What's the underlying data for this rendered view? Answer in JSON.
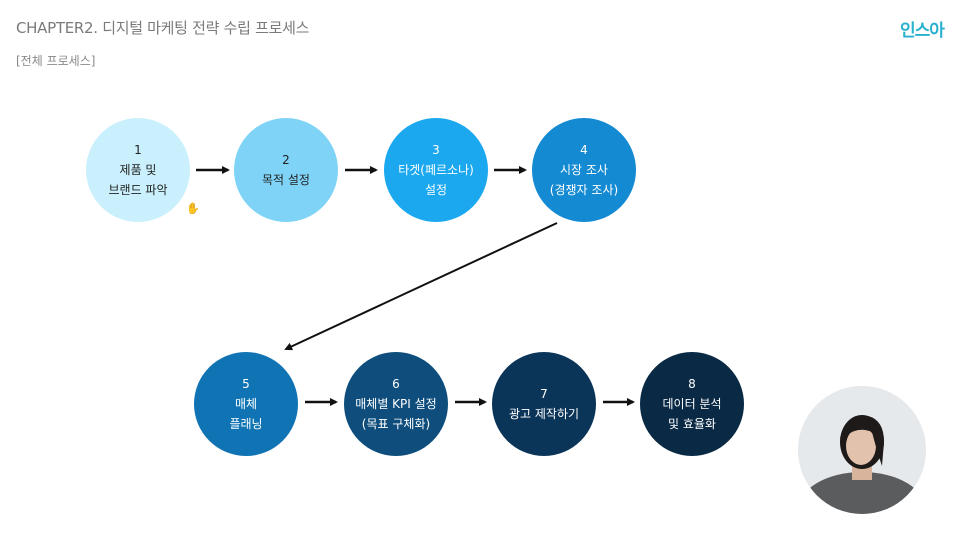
{
  "header": {
    "title": "CHAPTER2. 디지털 마케팅 전략 수립 프로세스",
    "subtitle": "[전체 프로세스]",
    "logo": "인스아"
  },
  "steps": [
    {
      "num": "1",
      "line1": "제품 및",
      "line2": "브랜드 파악",
      "color": "#c9f0fc"
    },
    {
      "num": "2",
      "line1": "목적 설정",
      "line2": "",
      "color": "#7fd3f7"
    },
    {
      "num": "3",
      "line1": "타겟(페르소나)",
      "line2": "설정",
      "color": "#1ba8ee"
    },
    {
      "num": "4",
      "line1": "시장 조사",
      "line2": "(경쟁자 조사)",
      "color": "#148ad3"
    },
    {
      "num": "5",
      "line1": "매체",
      "line2": "플래닝",
      "color": "#1074b4"
    },
    {
      "num": "6",
      "line1": "매체별 KPI 설정",
      "line2": "(목표 구체화)",
      "color": "#0e4d7c"
    },
    {
      "num": "7",
      "line1": "광고 제작하기",
      "line2": "",
      "color": "#0b3558"
    },
    {
      "num": "8",
      "line1": "데이터 분석",
      "line2": "및 효율화",
      "color": "#0a2945"
    }
  ]
}
